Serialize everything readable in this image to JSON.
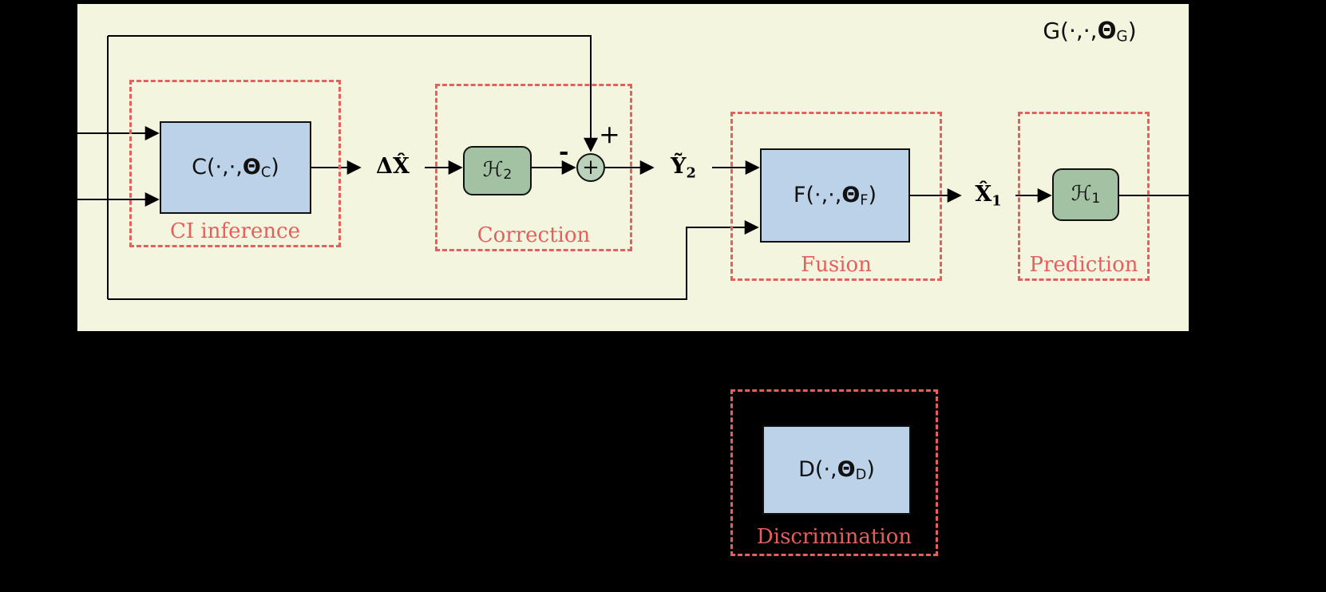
{
  "figure": {
    "generator_label": {
      "open": "G(·,·,",
      "theta": "Θ",
      "sub": "G",
      "close": ")"
    }
  },
  "regions": {
    "ci_inference": {
      "title": "CI inference"
    },
    "correction": {
      "title": "Correction"
    },
    "fusion": {
      "title": "Fusion"
    },
    "prediction": {
      "title": "Prediction"
    },
    "discrimination": {
      "title": "Discrimination"
    }
  },
  "blocks": {
    "c": {
      "open": "C(·,·,",
      "theta": "Θ",
      "sub": "C",
      "close": ")"
    },
    "h2": {
      "script": "ℋ",
      "sub": "2"
    },
    "f": {
      "open": "F(·,·,",
      "theta": "Θ",
      "sub": "F",
      "close": ")"
    },
    "h1": {
      "script": "ℋ",
      "sub": "1"
    },
    "d": {
      "open": "D(·,",
      "theta": "Θ",
      "sub": "D",
      "close": ")"
    }
  },
  "signals": {
    "delta_x_hat": "ΔX̂",
    "y_tilde": {
      "main": "Ỹ",
      "sub": "2"
    },
    "x_hat": {
      "main": "X̂",
      "sub": "1"
    },
    "sum_plus_sign": "+",
    "sum_minus_sign": "-",
    "sum_node_symbol": "+"
  },
  "colors": {
    "canvas_background": "#000000",
    "generator_background": "#f4f5de",
    "block_blue": "#bcd2e8",
    "block_green": "#a3c1a3",
    "region_dash_red": "#e4605f"
  }
}
